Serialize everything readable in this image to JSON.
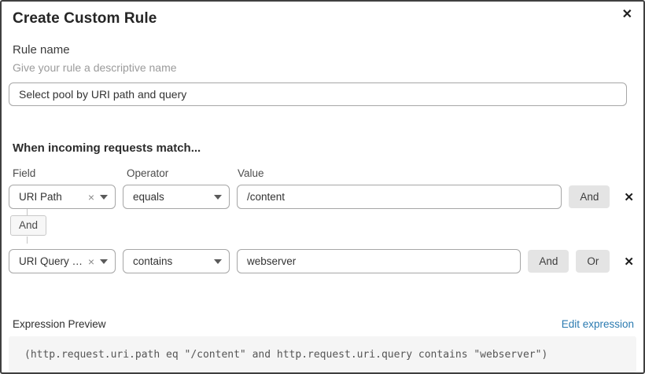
{
  "dialog": {
    "title": "Create Custom Rule",
    "close_icon": "✕"
  },
  "rule_name": {
    "label": "Rule name",
    "helper": "Give your rule a descriptive name",
    "value": "Select pool by URI path and query"
  },
  "match": {
    "heading": "When incoming requests match...",
    "columns": {
      "field": "Field",
      "operator": "Operator",
      "value": "Value"
    },
    "connector_label": "And",
    "clear_icon": "×",
    "remove_icon": "✕",
    "rows": [
      {
        "field": "URI Path",
        "operator": "equals",
        "value": "/content",
        "buttons": [
          "And"
        ]
      },
      {
        "field": "URI Query St...",
        "operator": "contains",
        "value": "webserver",
        "buttons": [
          "And",
          "Or"
        ]
      }
    ]
  },
  "expression": {
    "label": "Expression Preview",
    "edit_link": "Edit expression",
    "code": "(http.request.uri.path eq \"/content\" and http.request.uri.query contains \"webserver\")"
  },
  "colors": {
    "link_blue": "#2a7ab0",
    "button_gray": "#e4e4e4",
    "code_background": "#f5f5f5",
    "dialog_border": "#3f3f3f"
  }
}
